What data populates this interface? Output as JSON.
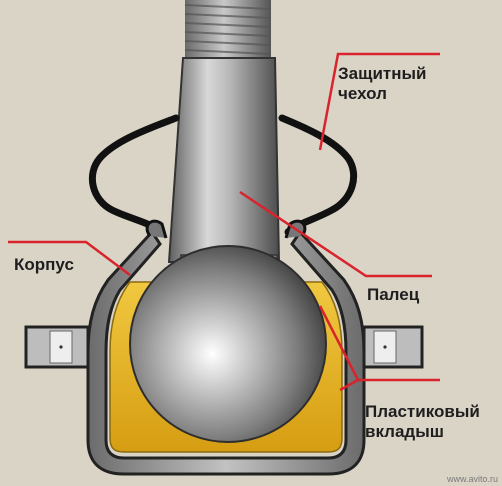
{
  "labels": {
    "boot_line1": "Защитный",
    "boot_line2": "чехол",
    "body": "Корпус",
    "pin": "Палец",
    "insert_line1": "Пластиковый",
    "insert_line2": "вкладыш"
  },
  "watermark": "www.avito.ru",
  "colors": {
    "background": "#dad4c7",
    "leader_line": "#d9232d",
    "insert": "#e0ad20",
    "metal": "#9a9a9a"
  }
}
